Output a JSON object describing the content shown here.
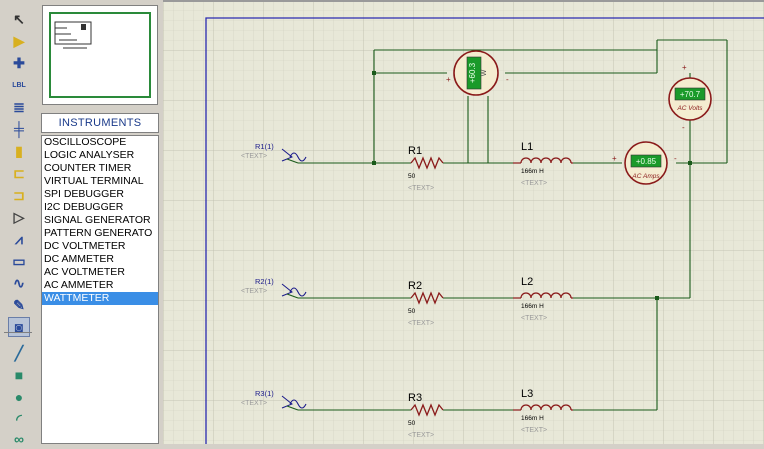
{
  "toolbar": {
    "tools": [
      {
        "name": "selection-mode-icon",
        "symbol": "↖",
        "color": "#333333"
      },
      {
        "name": "component-mode-icon",
        "symbol": "▶",
        "color": "#d8b020"
      },
      {
        "name": "junction-dot-icon",
        "symbol": "✚",
        "color": "#2a4a9a"
      },
      {
        "name": "wire-label-icon",
        "symbol": "LBL",
        "color": "#2a4a9a"
      },
      {
        "name": "text-script-icon",
        "symbol": "≣",
        "color": "#2a4a9a"
      },
      {
        "name": "buses-icon",
        "symbol": "╪",
        "color": "#2a4a9a"
      },
      {
        "name": "subcircuit-icon",
        "symbol": "▮",
        "color": "#d8b020"
      },
      {
        "name": "terminals-icon",
        "symbol": "⊏",
        "color": "#d8b020"
      },
      {
        "name": "device-pins-icon",
        "symbol": "⊐",
        "color": "#d8b020"
      },
      {
        "name": "graph-icon",
        "symbol": "▷",
        "color": "#444444"
      },
      {
        "name": "tape-recorder-icon",
        "symbol": "⩘",
        "color": "#2a4a9a"
      },
      {
        "name": "generator-icon",
        "symbol": "▭",
        "color": "#2a4a9a"
      },
      {
        "name": "voltage-probe-icon",
        "symbol": "∿",
        "color": "#2a4a9a"
      },
      {
        "name": "current-probe-icon",
        "symbol": "✎",
        "color": "#2a4a9a"
      },
      {
        "name": "virtual-instruments-icon",
        "symbol": "◙",
        "color": "#2a4a9a"
      },
      {
        "name": "line-tool-icon",
        "symbol": "╱",
        "color": "#2a6a9a"
      },
      {
        "name": "box-tool-icon",
        "symbol": "■",
        "color": "#2a8a6a"
      },
      {
        "name": "circle-tool-icon",
        "symbol": "●",
        "color": "#2a8a6a"
      },
      {
        "name": "arc-tool-icon",
        "symbol": "◜",
        "color": "#2a8a6a"
      },
      {
        "name": "path-tool-icon",
        "symbol": "∞",
        "color": "#2a8a6a"
      }
    ]
  },
  "instruments": {
    "header": "INSTRUMENTS",
    "items": [
      "OSCILLOSCOPE",
      "LOGIC ANALYSER",
      "COUNTER TIMER",
      "VIRTUAL TERMINAL",
      "SPI DEBUGGER",
      "I2C DEBUGGER",
      "SIGNAL GENERATOR",
      "PATTERN GENERATO",
      "DC VOLTMETER",
      "DC AMMETER",
      "AC VOLTMETER",
      "AC AMMETER",
      "WATTMETER"
    ],
    "selected": "WATTMETER"
  },
  "schematic": {
    "colors": {
      "grid_bg": "#e8e8d8",
      "grid_line": "#c8c8b8",
      "wire": "#1a5a1a",
      "component": "#8a1a1a",
      "label": "#1a1a8a",
      "text_placeholder": "#9a9a9a",
      "border": "#2a2ab0",
      "meter_fill": "#f4ecd0",
      "lcd_fill": "#1a9a2a",
      "lcd_text": "#e8ffe8"
    },
    "sources": [
      {
        "label": "R1(1)",
        "text": "<TEXT>"
      },
      {
        "label": "R2(1)",
        "text": "<TEXT>"
      },
      {
        "label": "R3(1)",
        "text": "<TEXT>"
      }
    ],
    "resistors": [
      {
        "ref": "R1",
        "value": "50",
        "text": "<TEXT>"
      },
      {
        "ref": "R2",
        "value": "50",
        "text": "<TEXT>"
      },
      {
        "ref": "R3",
        "value": "50",
        "text": "<TEXT>"
      }
    ],
    "inductors": [
      {
        "ref": "L1",
        "value": "166m H",
        "text": "<TEXT>"
      },
      {
        "ref": "L2",
        "value": "166m H",
        "text": "<TEXT>"
      },
      {
        "ref": "L3",
        "value": "166m H",
        "text": "<TEXT>"
      }
    ],
    "wattmeter": {
      "reading": "+60.3",
      "unit": "W"
    },
    "ammeter": {
      "reading": "+0.85",
      "unit": "AC Amps"
    },
    "voltmeter": {
      "reading": "+70.7",
      "unit": "AC Volts"
    },
    "pin_plus": "+",
    "pin_minus": "-"
  }
}
